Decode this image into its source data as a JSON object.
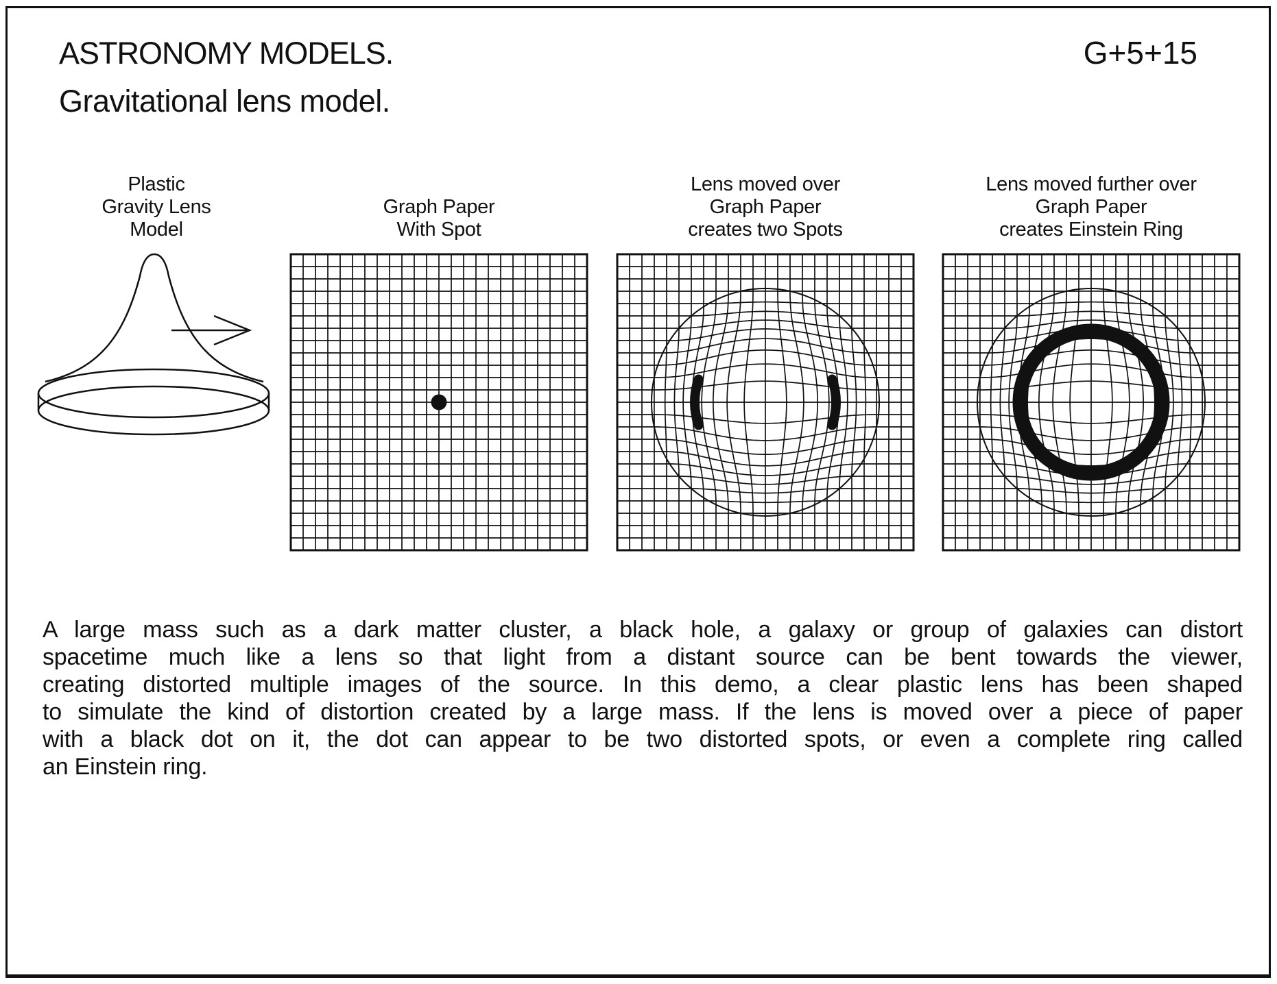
{
  "page": {
    "title": "ASTRONOMY MODELS.",
    "code": "G+5+15",
    "subtitle": "Gravitational lens model."
  },
  "figures": [
    {
      "id": "plastic-gravity-lens",
      "caption_lines": [
        "Plastic",
        "Gravity Lens",
        "Model"
      ]
    },
    {
      "id": "graph-paper-with-spot",
      "caption_lines": [
        "Graph Paper",
        "With Spot"
      ]
    },
    {
      "id": "two-spots",
      "caption_lines": [
        "Lens moved over",
        "Graph Paper",
        "creates two Spots"
      ]
    },
    {
      "id": "einstein-ring",
      "caption_lines": [
        "Lens moved further over",
        "Graph Paper",
        "creates Einstein Ring"
      ]
    }
  ],
  "description_lines": [
    "A large mass such as a dark matter cluster, a black hole, a galaxy or group of galaxies can distort",
    "spacetime much like a lens so that light from a distant source can be bent towards the viewer,",
    "creating distorted multiple images of the source. In this demo, a clear plastic lens has been shaped",
    "to simulate the kind of distortion created by a large mass. If the lens is moved over a piece of paper",
    "with a black dot on it, the dot can appear to be two distorted spots, or even a complete ring called",
    "an Einstein ring."
  ],
  "colors": {
    "ink": "#111111",
    "paper": "#ffffff"
  }
}
